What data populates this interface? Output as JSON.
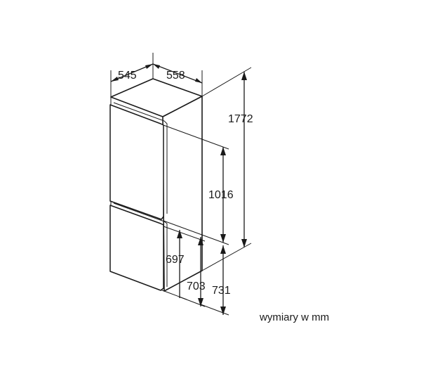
{
  "dimensions": {
    "depth": "545",
    "width": "558",
    "total_height": "1772",
    "upper_height": "1016",
    "lower_697": "697",
    "lower_703": "703",
    "lower_731": "731"
  },
  "caption": "wymiary w mm"
}
